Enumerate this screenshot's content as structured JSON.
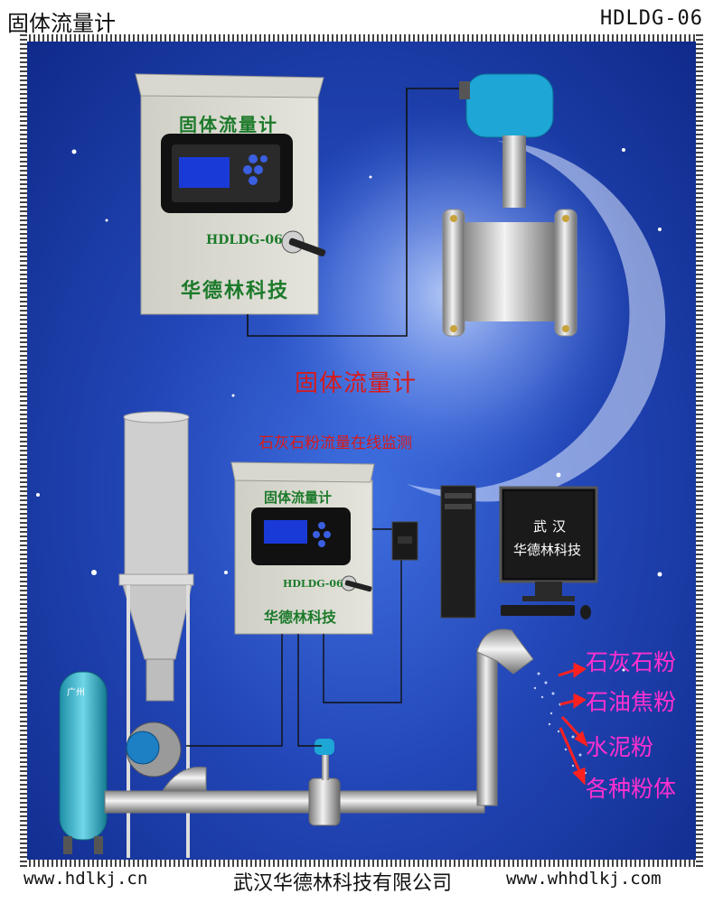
{
  "header": {
    "title": "固体流量计",
    "model": "HDLDG-06"
  },
  "cabinet_top": {
    "title": "固体流量计",
    "model": "HDLDG-06",
    "brand": "华德林科技"
  },
  "section": {
    "title": "固体流量计",
    "subtitle": "石灰石粉流量在线监测"
  },
  "cabinet_bottom": {
    "title": "固体流量计",
    "model": "HDLDG-06",
    "brand": "华德林科技"
  },
  "monitor": {
    "line1": "武汉",
    "line2": "华德林科技"
  },
  "tank": {
    "label": "广州"
  },
  "materials": [
    "石灰石粉",
    "石油焦粉",
    "水泥粉",
    "各种粉体"
  ],
  "footer": {
    "left_url": "www.hdlkj.cn",
    "company": "武汉华德林科技有限公司",
    "right_url": "www.whhdlkj.com"
  },
  "colors": {
    "background": "#2347b8",
    "title_red": "#d81a1a",
    "brand_green": "#1c7a2a",
    "material_pink": "#ff2fd0"
  }
}
